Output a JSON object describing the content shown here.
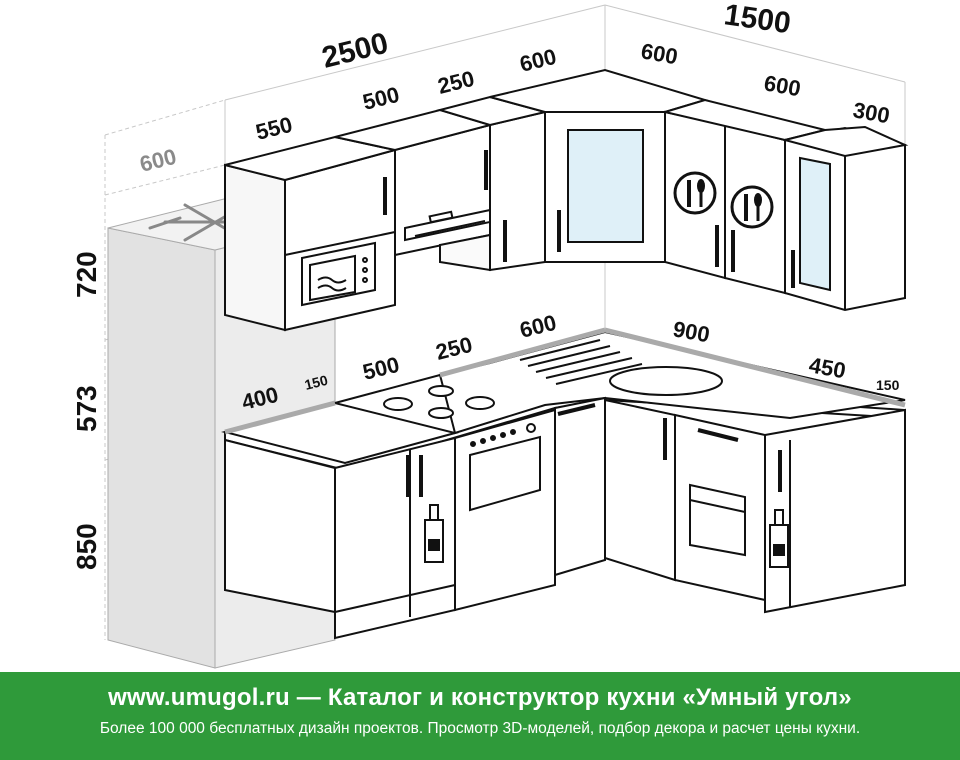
{
  "dimensions": {
    "total_left": "2500",
    "total_right": "1500",
    "upper_550": "550",
    "upper_500": "500",
    "upper_250": "250",
    "upper_600_left": "600",
    "upper_600_corner": "600",
    "upper_600_right": "600",
    "upper_300": "300",
    "fridge_depth": "600",
    "height_upper": "720",
    "height_middle": "573",
    "height_base": "850",
    "base_400": "400",
    "base_150_left": "150",
    "base_500": "500",
    "base_250": "250",
    "base_600": "600",
    "base_900": "900",
    "base_450": "450",
    "base_150_right": "150"
  },
  "footer": {
    "site": "www.umugol.ru",
    "dash": "—",
    "title": "Каталог и конструктор кухни «Умный угол»",
    "subtitle": "Более 100 000 бесплатных дизайн проектов. Просмотр 3D-моделей, подбор декора и расчет цены кухни."
  },
  "colors": {
    "footer_bg": "#2f9a3a",
    "glass": "#dff0f8",
    "fridge": "#e2e2e2",
    "dimension_grey": "#8a8a8a"
  }
}
